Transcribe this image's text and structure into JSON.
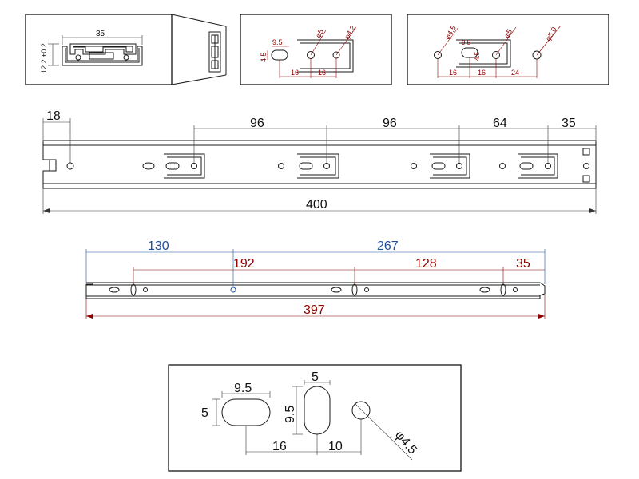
{
  "colors": {
    "line": "#1a1a1a",
    "dimension_black": "#333333",
    "dimension_red": "#8b0000",
    "dimension_blue": "#1f4e9a",
    "background": "#ffffff"
  },
  "profile_view": {
    "width_label": "35",
    "height_label": "12.2 +0.2"
  },
  "detail_view_1": {
    "slot_width": "9.5",
    "slot_height": "4.5",
    "hole_a": "φ5",
    "hole_b": "φ4.2",
    "spacing_1": "16",
    "spacing_2": "16"
  },
  "detail_view_2": {
    "hole_left": "φ4.5",
    "slot_width": "9.5",
    "slot_height": "4.5",
    "hole_mid": "φ5",
    "hole_right": "φ5.0",
    "spacing_1": "16",
    "spacing_2": "16",
    "spacing_3": "24"
  },
  "outer_rail": {
    "first_hole": "18",
    "pitch_1": "96",
    "pitch_2": "96",
    "pitch_3": "64",
    "end_offset": "35",
    "total_length": "400"
  },
  "inner_rail": {
    "left_span": "130",
    "right_span": "267",
    "pitch_1": "192",
    "pitch_2": "128",
    "end_offset": "35",
    "total_length": "397"
  },
  "hole_detail": {
    "oval_h_width": "9.5",
    "oval_h_height": "5",
    "oval_v_width": "5",
    "oval_v_height": "9.5",
    "spacing_1": "16",
    "spacing_2": "10",
    "round_hole": "φ4.5"
  }
}
